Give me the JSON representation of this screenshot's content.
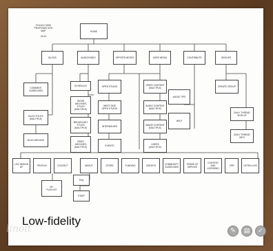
{
  "diagram": {
    "top_note": "FOCUS CORE\nPROPOSED SITE\nMAP\n\nv0.10",
    "home": "HOME",
    "level1": [
      "BLOGS",
      "AUDIO/VIDEO",
      "OPPORTUNITIES",
      "USER MEDIA",
      "CONTRIBUTE",
      "GROUPS"
    ],
    "blogs": [
      "COMMENT\nGUIDELINES",
      "BLOG TITLES\n(MULTIPLE)",
      "BLOG ARCHIVE"
    ],
    "audio_video": [
      "SCHEDULE",
      "SHOW\nARCHIVES\nTITLES\n(MULTIPLE)",
      "BROADCAST\nTITLES\n(MULTIPLE)",
      "VIDEO\nARCHIVES\n(MULTIPLE)"
    ],
    "opportunities": [
      "OPEN STUDIO",
      "WEST SIDE\nOPEN STUDIO",
      "INTERNSHIPS",
      "EVENTS"
    ],
    "user_media": [
      "VIDEO CONTENT\n(MULTIPLE)",
      "AUDIO CONTENT\n(MULTIPLE)",
      "IMAGE CONTENT\n(MULTIPLE)",
      "USERS\n(MULTIPLE)"
    ],
    "contribute": [
      "AUDIO TIPS",
      "HELP"
    ],
    "groups": [
      "CREATE GROUP",
      "DAILY THREAD\nSIGN UP",
      "DAILY THREAD\nINFO"
    ],
    "footer": [
      "LOG IN/SIGN\nUP",
      "PROFILE",
      "CONTACT",
      "ABOUT",
      "STORE",
      "FUNDING",
      "CREDITS",
      "COMMUNITY\nGUIDELINES",
      "TERMS OF\nSERVICE",
      "CONTENT\nAND\nLICENSING",
      "CPB",
      "LISTEN LIVE"
    ],
    "profile_sub": "MY\nPLAYLIST",
    "about_sub": [
      "FAQ",
      "STAFF"
    ]
  },
  "caption": "Low-fidelity",
  "watermark": "linoit",
  "toolbar": {
    "edit_icon": "pencil-icon",
    "archive_icon": "archive-icon",
    "check_icon": "check-icon"
  }
}
